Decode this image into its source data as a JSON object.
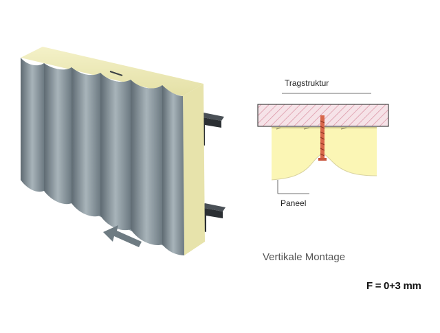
{
  "labels": {
    "support_structure": "Tragstruktur",
    "panel": "Paneel",
    "mounting": "Vertikale Montage",
    "tolerance": "F = 0+3 mm"
  },
  "colors": {
    "panel_metal": "#8e9ba3",
    "panel_metal_dark": "#5f6c74",
    "insulation_core": "#f2efc0",
    "detail_core": "#fbf6b5",
    "support_hatch": "#e3a9b6",
    "support_fill": "#f4dce2",
    "screw": "#c8553d",
    "arrow": "#6e7b82",
    "rail": "#2b2f33"
  },
  "icons": {
    "direction": "arrow-icon",
    "fastener": "screw-icon"
  }
}
